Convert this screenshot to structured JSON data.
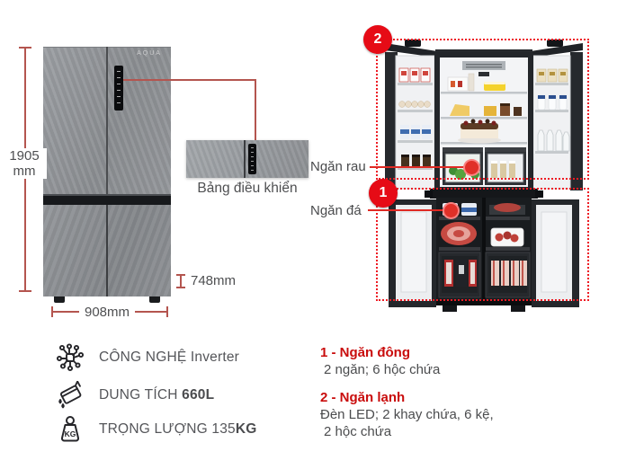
{
  "front_view": {
    "brand": "AQUA",
    "height_value": "1905",
    "height_unit": "mm",
    "width_label": "908mm",
    "depth_label": "748mm",
    "panel_caption": "Bảng điều khiển"
  },
  "open_view": {
    "fridge_badge": "2",
    "freezer_badge": "1",
    "veg_label": "Ngăn rau",
    "ice_label": "Ngăn đá"
  },
  "features": [
    {
      "icon": "inverter-icon",
      "plain": "CÔNG NGHỆ Inverter",
      "bold": ""
    },
    {
      "icon": "capacity-icon",
      "plain": "DUNG TÍCH ",
      "bold": "660L"
    },
    {
      "icon": "weight-icon",
      "plain": "TRỌNG LƯỢNG 135",
      "bold": "KG",
      "icon_text": "KG"
    }
  ],
  "notes": [
    {
      "title": "1 - Ngăn đông",
      "lines": [
        "2 ngăn; 6 hộc chứa"
      ]
    },
    {
      "title": "2 - Ngăn lạnh",
      "lines": [
        "Đèn LED; 2 khay chứa, 6 kệ,",
        "2 hộc chứa"
      ]
    }
  ],
  "colors": {
    "accent_red": "#e60b16",
    "dotted_red": "#ee1b24",
    "dimension_red": "#b4554f",
    "note_red": "#c90c0c",
    "text_gray": "#4e4f51"
  }
}
